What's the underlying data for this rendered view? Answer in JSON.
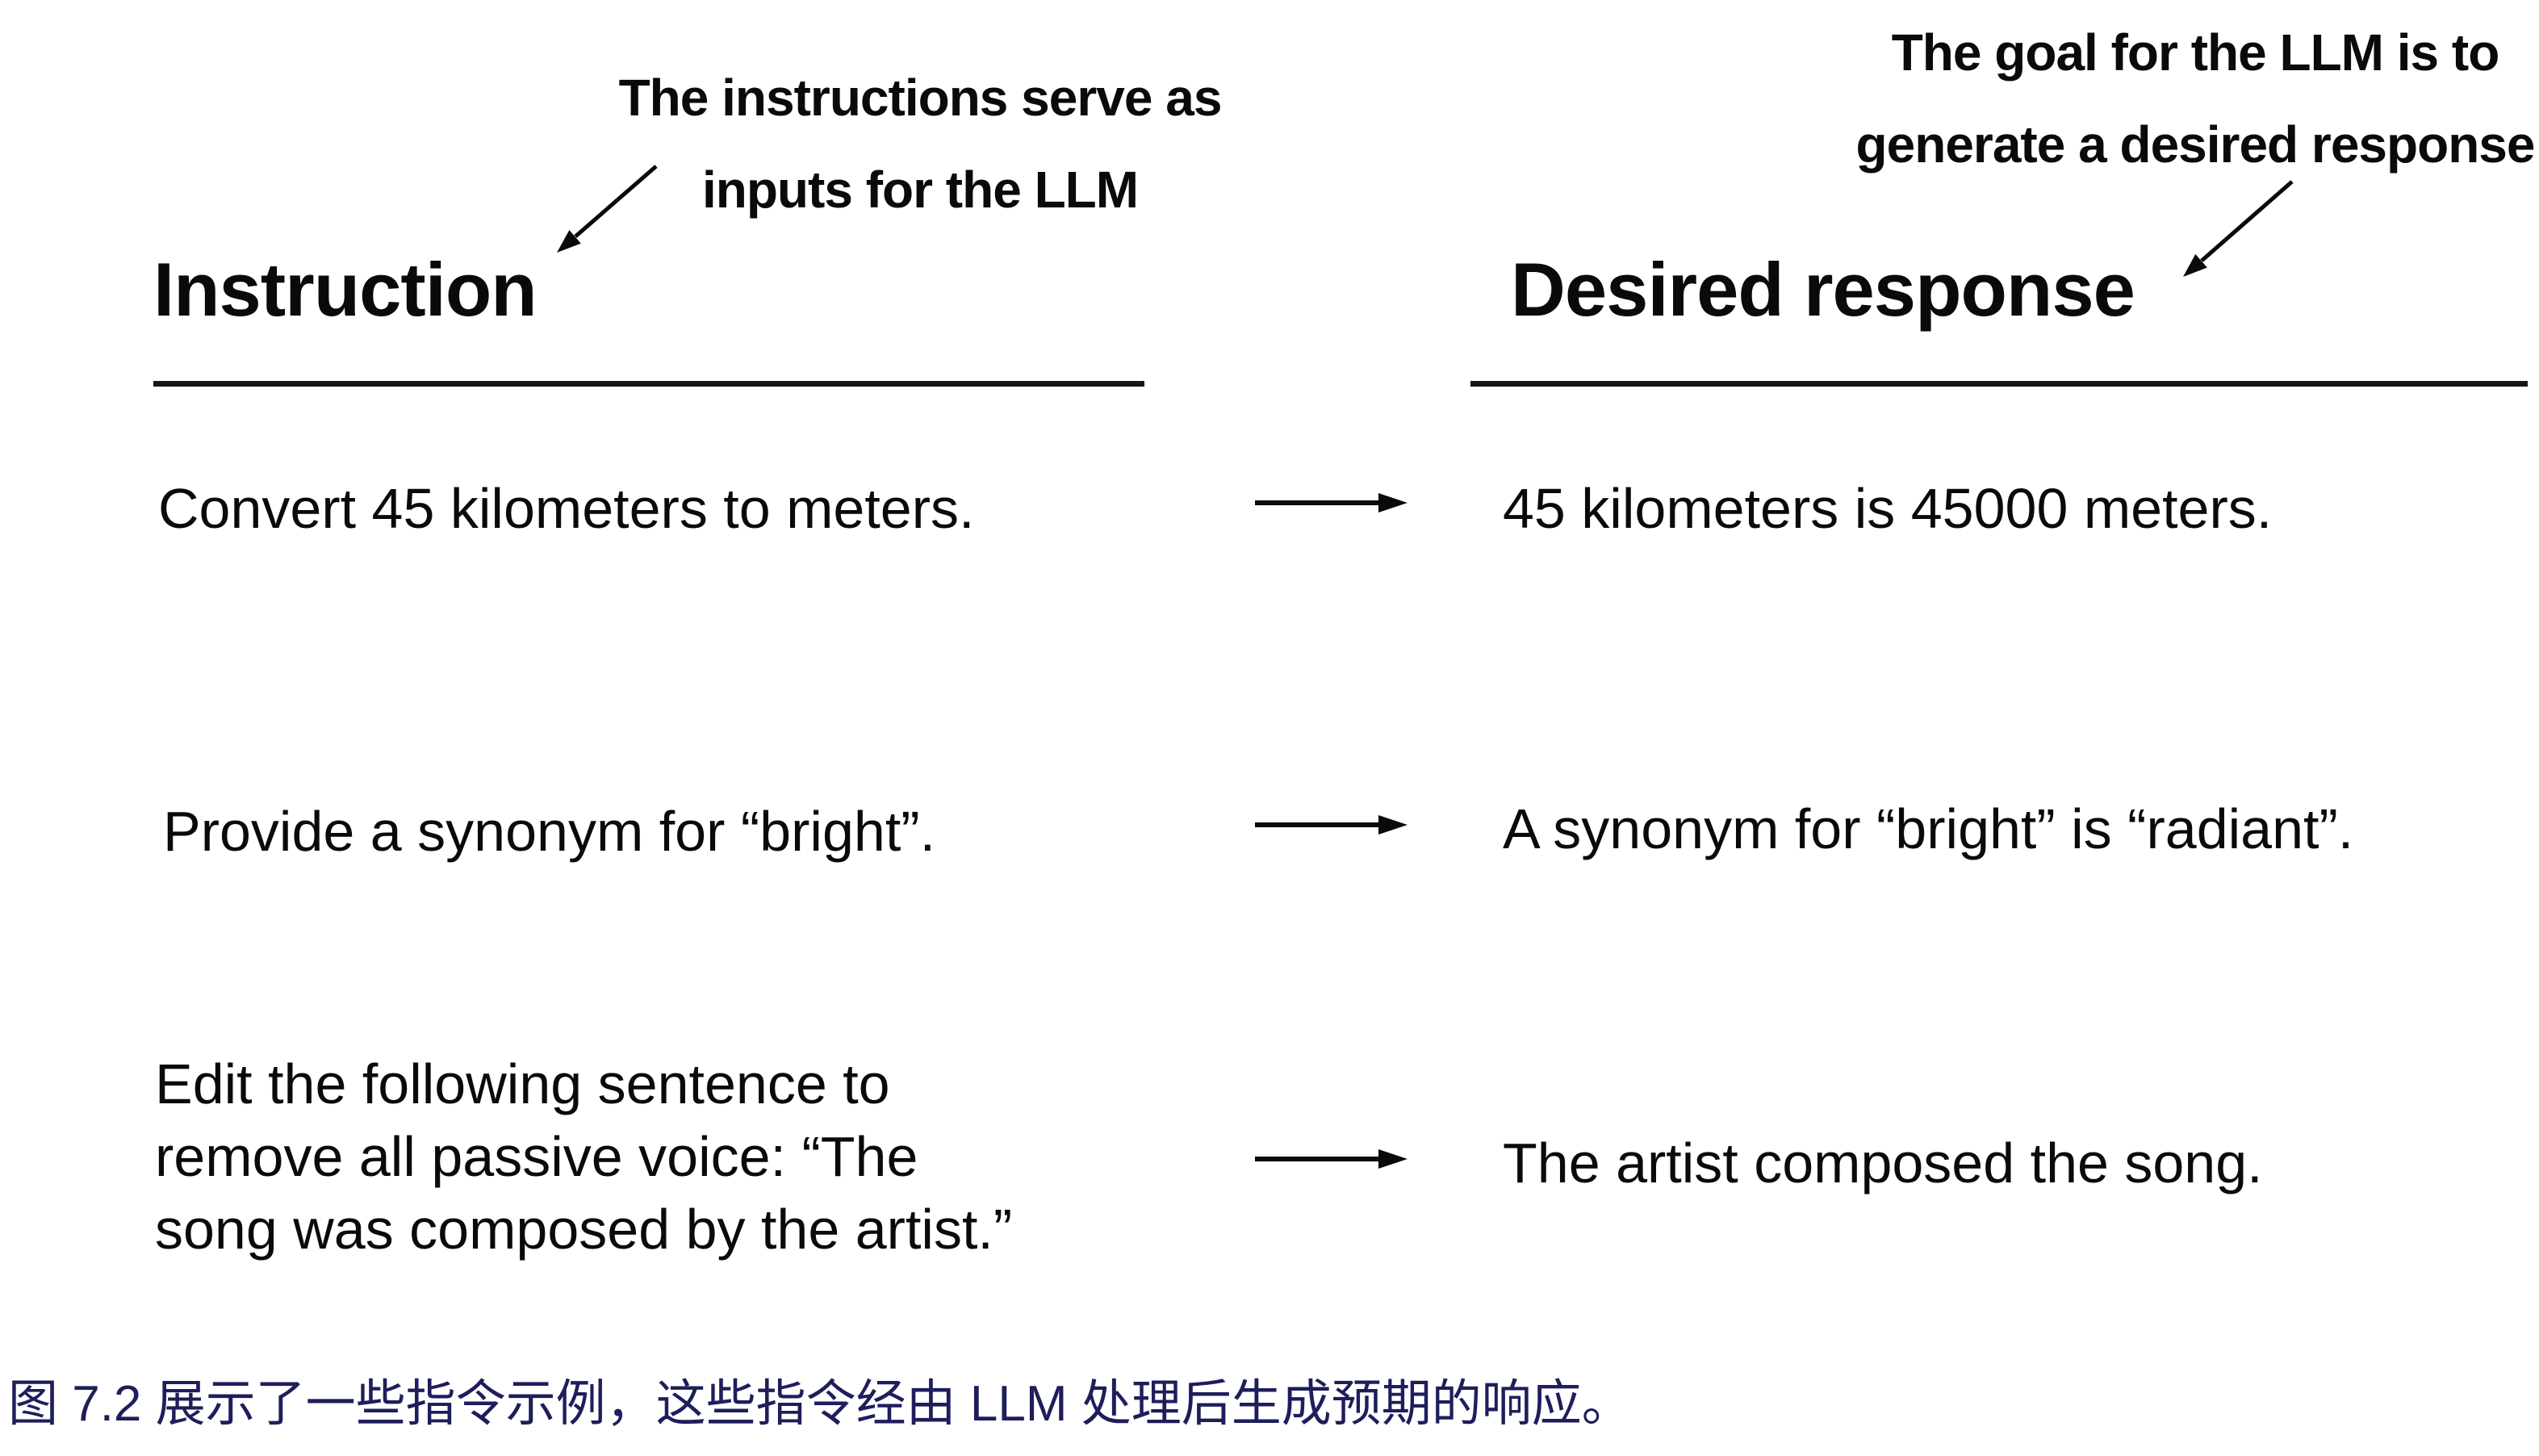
{
  "figure": {
    "kind": "instruction-response-examples-diagram",
    "background_color": "#ffffff",
    "text_color": "#0a0a0a",
    "caption_color": "#1e1e5c"
  },
  "annotations": {
    "left": {
      "line1": "The instructions serve as",
      "line2": "inputs for the LLM"
    },
    "right": {
      "line1": "The goal for the LLM is to",
      "line2": "generate a desired response"
    }
  },
  "columns": {
    "instruction_heading": "Instruction",
    "response_heading": "Desired response"
  },
  "rows": [
    {
      "instruction": "Convert 45 kilometers to meters.",
      "response": "45 kilometers is 45000 meters."
    },
    {
      "instruction": "Provide a synonym for “bright”.",
      "response": "A synonym for “bright” is “radiant”."
    },
    {
      "instruction": "Edit the following sentence to\nremove all passive voice: “The\nsong was composed by the artist.”",
      "response": "The artist composed the song."
    }
  ],
  "icons": {
    "row_arrow": "right-arrow",
    "annotation_arrow_left": "diagonal-down-left-arrow",
    "annotation_arrow_right": "diagonal-down-left-arrow"
  },
  "caption": {
    "text": "图 7.2 展示了一些指令示例，这些指令经由 LLM 处理后生成预期的响应。"
  }
}
